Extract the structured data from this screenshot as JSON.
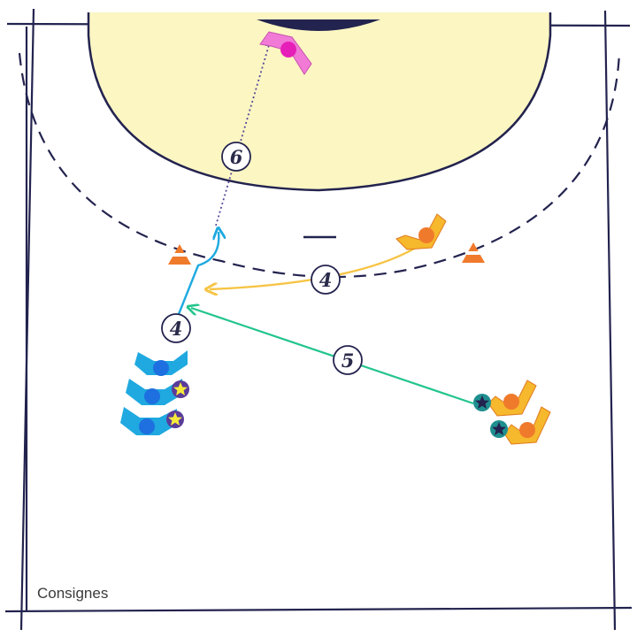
{
  "caption": "Consignes",
  "steps": [
    {
      "id": "pass-6",
      "label": "6"
    },
    {
      "id": "pass-4-right",
      "label": "4"
    },
    {
      "id": "run-4-left",
      "label": "4"
    },
    {
      "id": "pass-5",
      "label": "5"
    }
  ],
  "colors": {
    "line": "#23234f",
    "goal_area": "#fbf6c2",
    "blue_team": "#1fa9e0",
    "orange_team": "#f6b82d",
    "goalkeeper": "#f07ad6",
    "cone": "#f07a2c",
    "pass_yellow": "#f6c445",
    "pass_green": "#22c58c"
  },
  "icons": [
    "cone-icon",
    "star-icon",
    "ball-icon",
    "goal-icon"
  ]
}
